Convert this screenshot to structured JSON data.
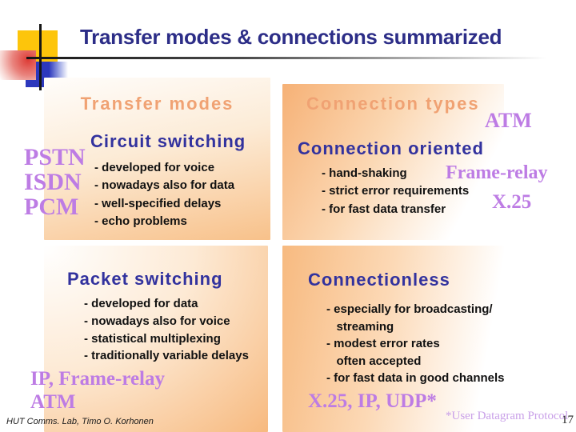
{
  "slide": {
    "title": "Transfer modes & connections summarized",
    "page_number": "17",
    "footer": "HUT Comms. Lab, Timo O. Korhonen",
    "footnote": "*User Datagram Protocol"
  },
  "headers": {
    "transfer_modes": "Transfer modes",
    "connection_types": "Connection types"
  },
  "circuit_switching": {
    "title": "Circuit switching",
    "bullets": [
      "- developed for voice",
      "- nowadays also for data",
      "- well-specified delays",
      "- echo problems"
    ],
    "side_label": [
      "PSTN",
      "ISDN",
      "PCM"
    ]
  },
  "connection_oriented": {
    "title": "Connection oriented",
    "bullets": [
      "- hand-shaking",
      "- strict error requirements",
      "- for fast data transfer"
    ],
    "label_atm": "ATM",
    "label_frame_relay": "Frame-relay",
    "label_x25": "X.25"
  },
  "packet_switching": {
    "title": "Packet switching",
    "bullets": [
      "- developed for data",
      "- nowadays also for voice",
      "- statistical multiplexing",
      "- traditionally variable delays"
    ],
    "side_label": [
      "IP, Frame-relay",
      "ATM"
    ]
  },
  "connectionless": {
    "title": "Connectionless",
    "bullets": [
      "- especially for broadcasting/",
      "   streaming",
      "- modest error rates",
      "   often accepted",
      "- for fast data in good channels"
    ],
    "side_label": "X.25, IP, UDP*"
  },
  "colors": {
    "title_text": "#2c2d87",
    "subhead_text": "#32329e",
    "column_header_text": "#f0a273",
    "purple_label": "#bd7ce4",
    "footnote_purple": "#c9a0e8",
    "panel_orange": "#f8c18a",
    "decor_yellow": "#fdc50b",
    "decor_blue": "#2c38bd",
    "decor_red": "#dd3b35"
  }
}
